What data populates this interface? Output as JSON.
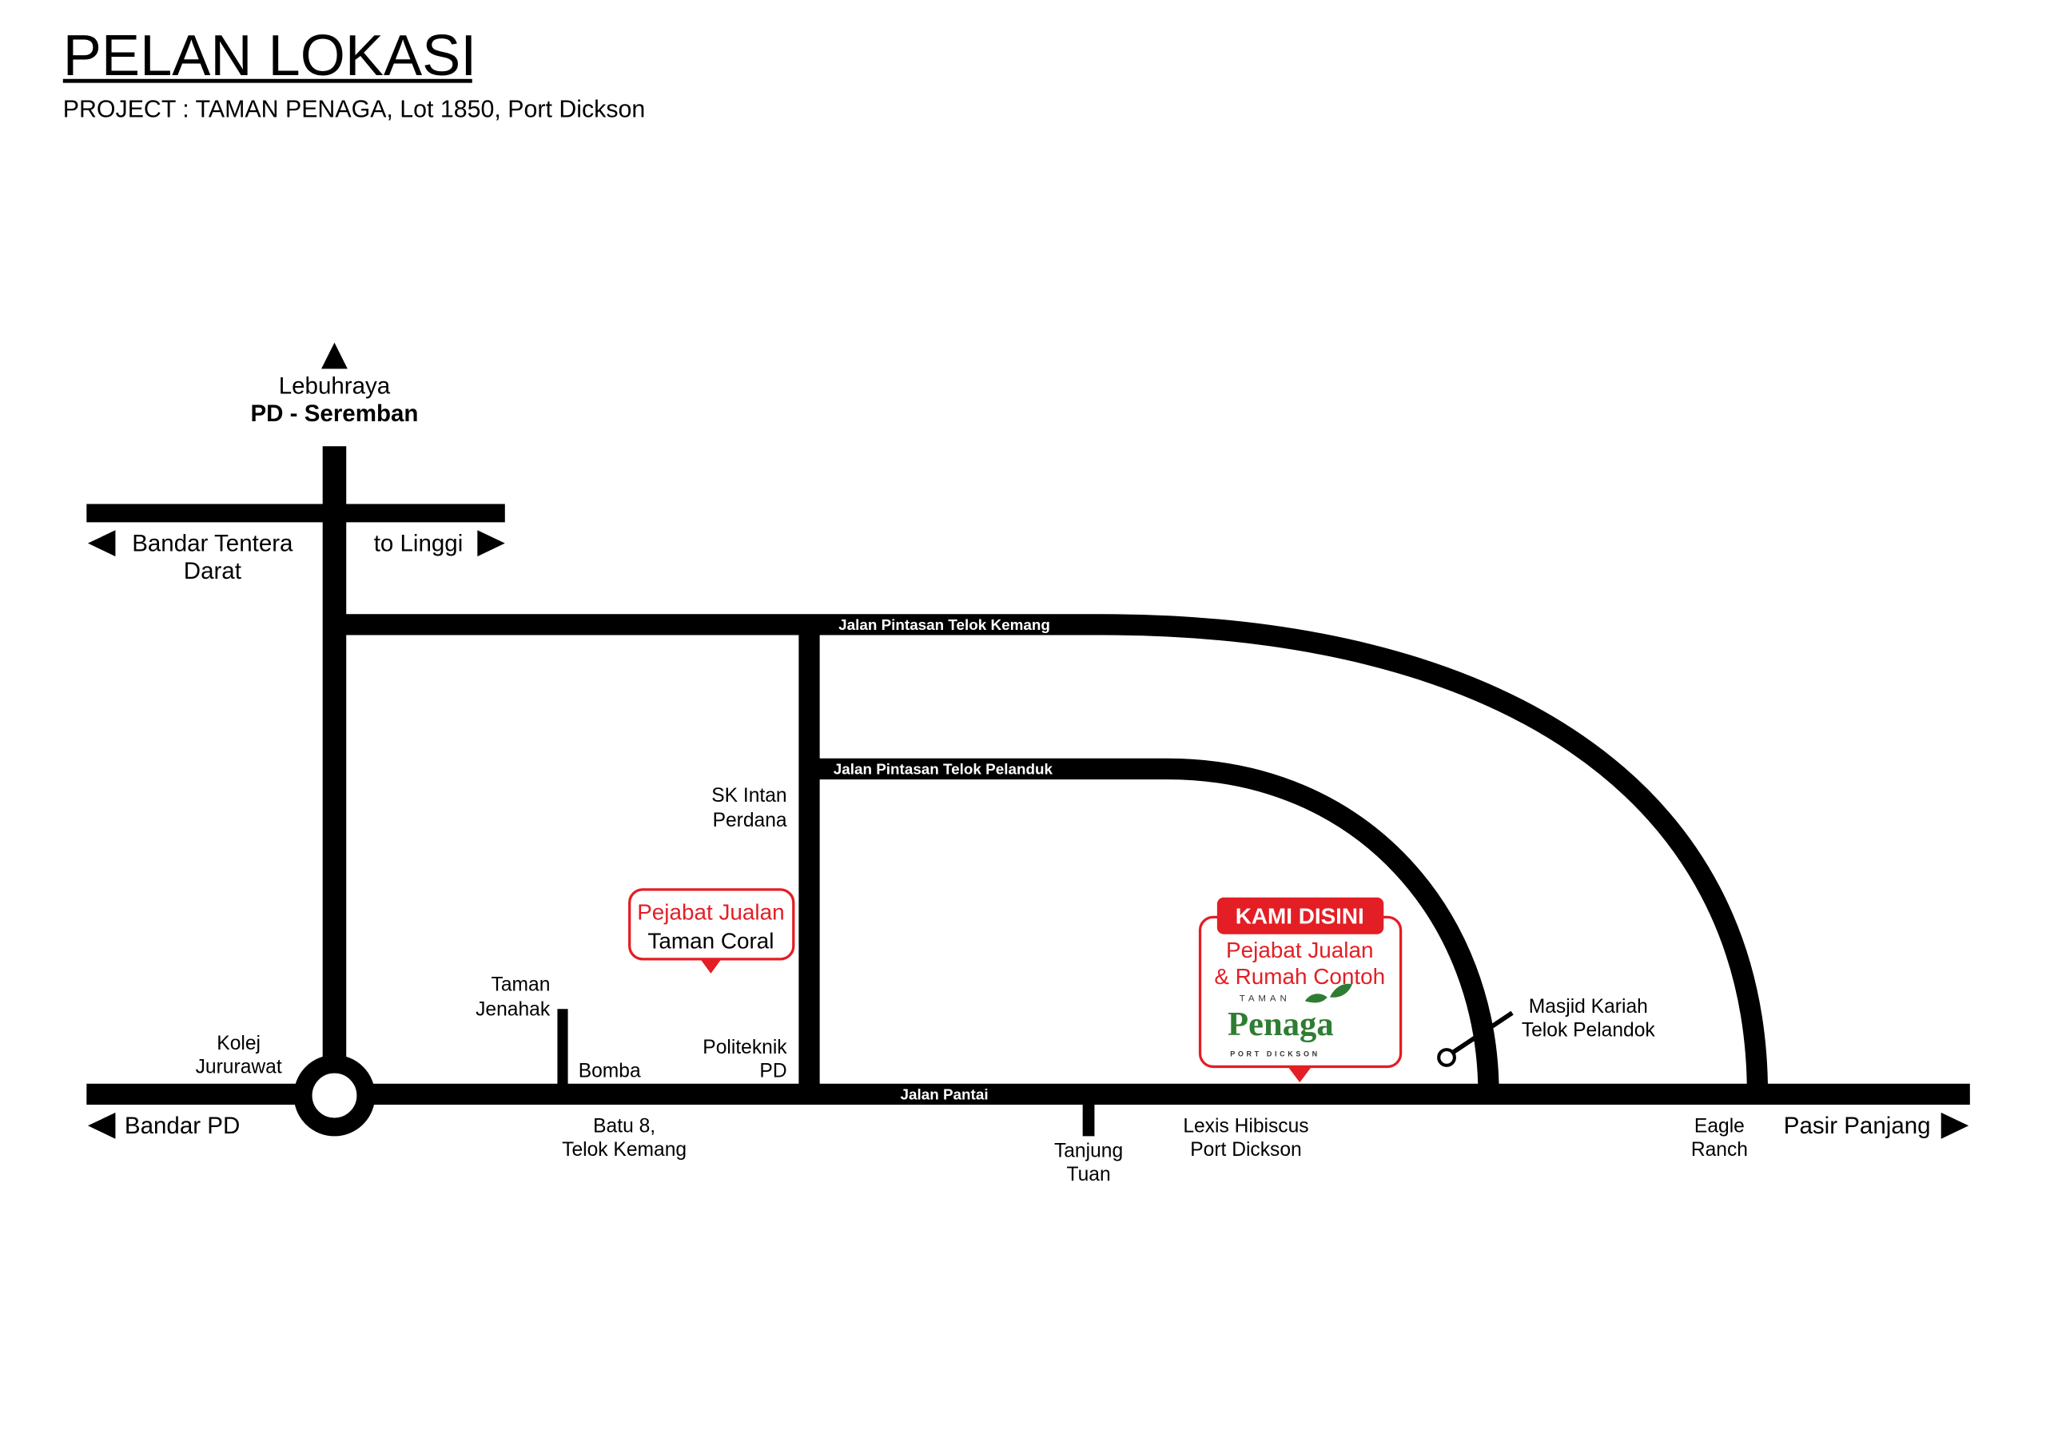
{
  "header": {
    "title": "PELAN LOKASI",
    "subtitle": "PROJECT : TAMAN PENAGA, Lot 1850, Port Dickson"
  },
  "directions": {
    "north_line1": "Lebuhraya",
    "north_line2": "PD - Seremban",
    "west_top_line1": "Bandar Tentera",
    "west_top_line2": "Darat",
    "east_top": "to Linggi",
    "west_bottom": "Bandar PD",
    "east_bottom": "Pasir Panjang"
  },
  "roads": {
    "telok_kemang": "Jalan Pintasan Telok Kemang",
    "telok_pelanduk": "Jalan Pintasan Telok Pelanduk",
    "pantai": "Jalan Pantai"
  },
  "landmarks": {
    "sk_intan": [
      "SK Intan",
      "Perdana"
    ],
    "politeknik": [
      "Politeknik",
      "PD"
    ],
    "taman_jenahak": [
      "Taman",
      "Jenahak"
    ],
    "bomba": "Bomba",
    "kolej": [
      "Kolej",
      "Jururawat"
    ],
    "batu8": [
      "Batu 8,",
      "Telok Kemang"
    ],
    "tanjung_tuan": [
      "Tanjung",
      "Tuan"
    ],
    "lexis": [
      "Lexis Hibiscus",
      "Port Dickson"
    ],
    "eagle_ranch": [
      "Eagle",
      "Ranch"
    ],
    "masjid": [
      "Masjid Kariah",
      "Telok Pelandok"
    ]
  },
  "callouts": {
    "coral": {
      "line1": "Pejabat Jualan",
      "line2": "Taman Coral"
    },
    "penaga": {
      "badge": "KAMI DISINI",
      "line1": "Pejabat Jualan",
      "line2": "& Rumah Contoh",
      "logo_top": "TAMAN",
      "logo_main": "Penaga",
      "logo_bottom": "PORT DICKSON"
    }
  },
  "colors": {
    "red": "#e31e24",
    "green": "#2e7d32"
  }
}
